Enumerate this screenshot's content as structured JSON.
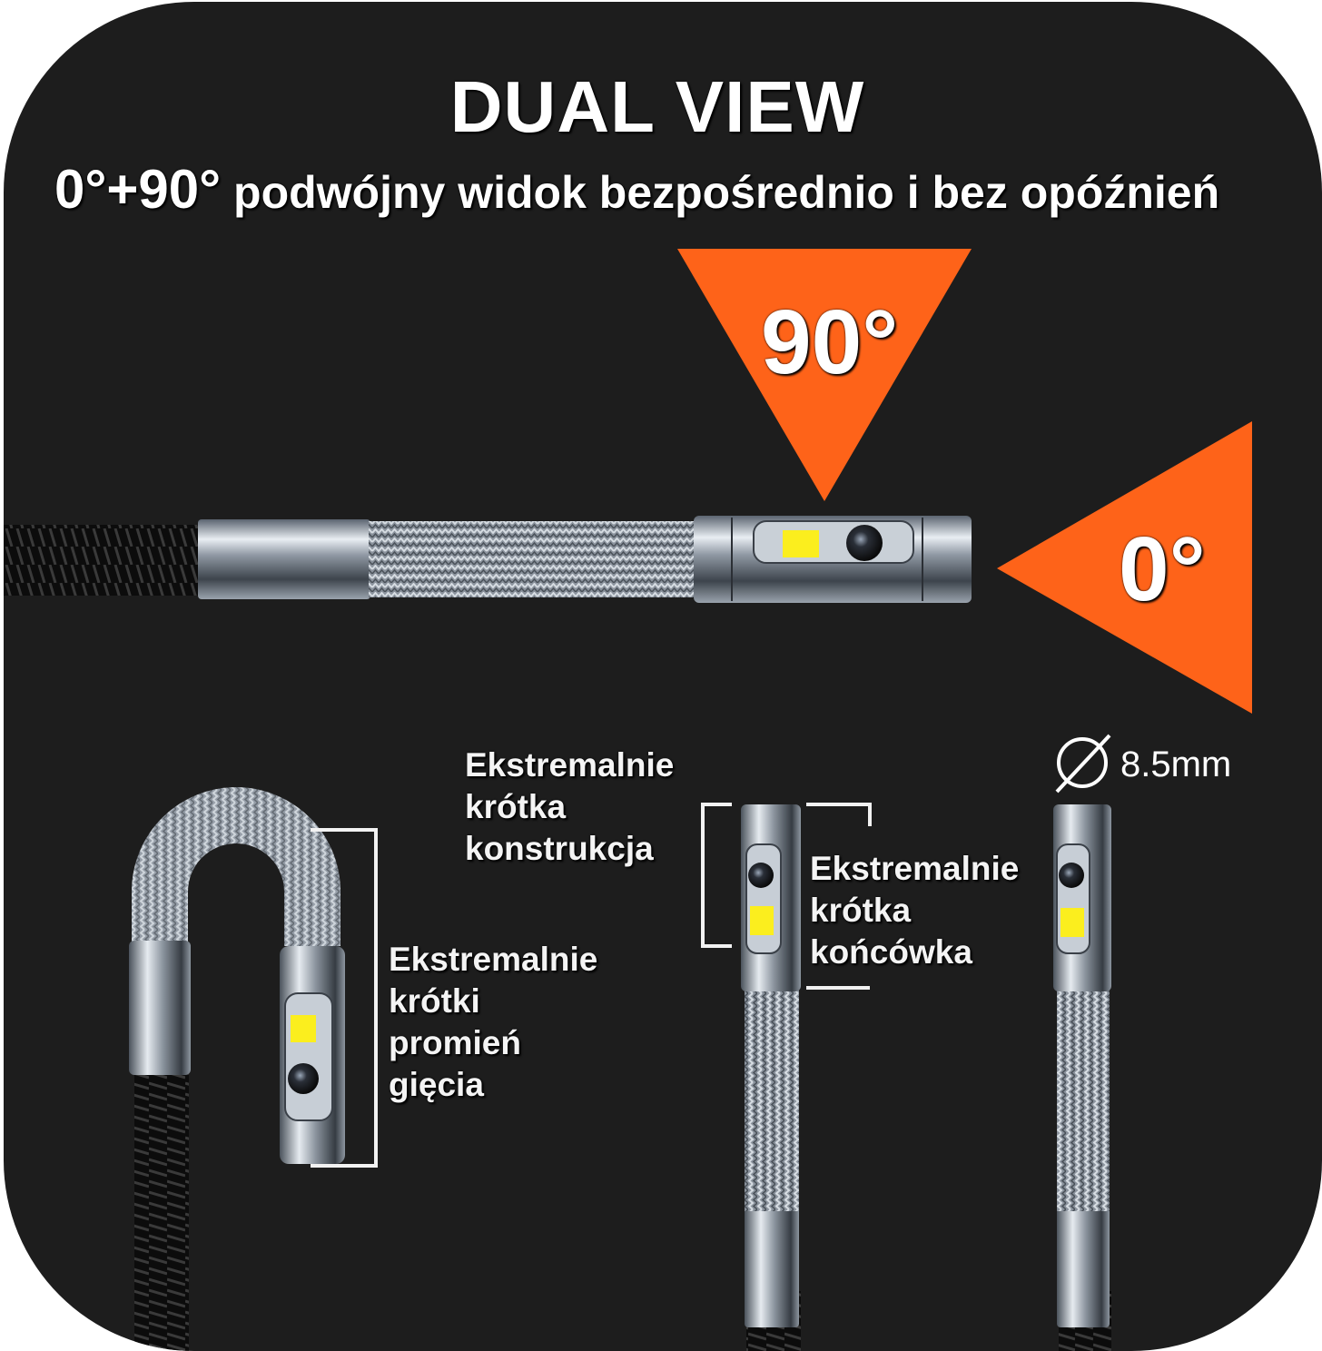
{
  "header": {
    "title": "DUAL VIEW",
    "subtitle_angles": "0°+90°",
    "subtitle_text": " podwójny widok bezpośrednio i bez opóźnień"
  },
  "view_angles": {
    "top_view": "90°",
    "front_view": "0°"
  },
  "features": {
    "bend_radius": "Ekstremalnie\nkrótki\npromień\ngięcia",
    "short_construction": "Ekstremalnie\nkrótka\nkonstrukcja",
    "short_tip": "Ekstremalnie\nkrótka\nkońcówka"
  },
  "diameter": "8.5mm",
  "colors": {
    "background": "#1d1d1d",
    "accent": "#fe6319",
    "led": "#fbee1e"
  }
}
